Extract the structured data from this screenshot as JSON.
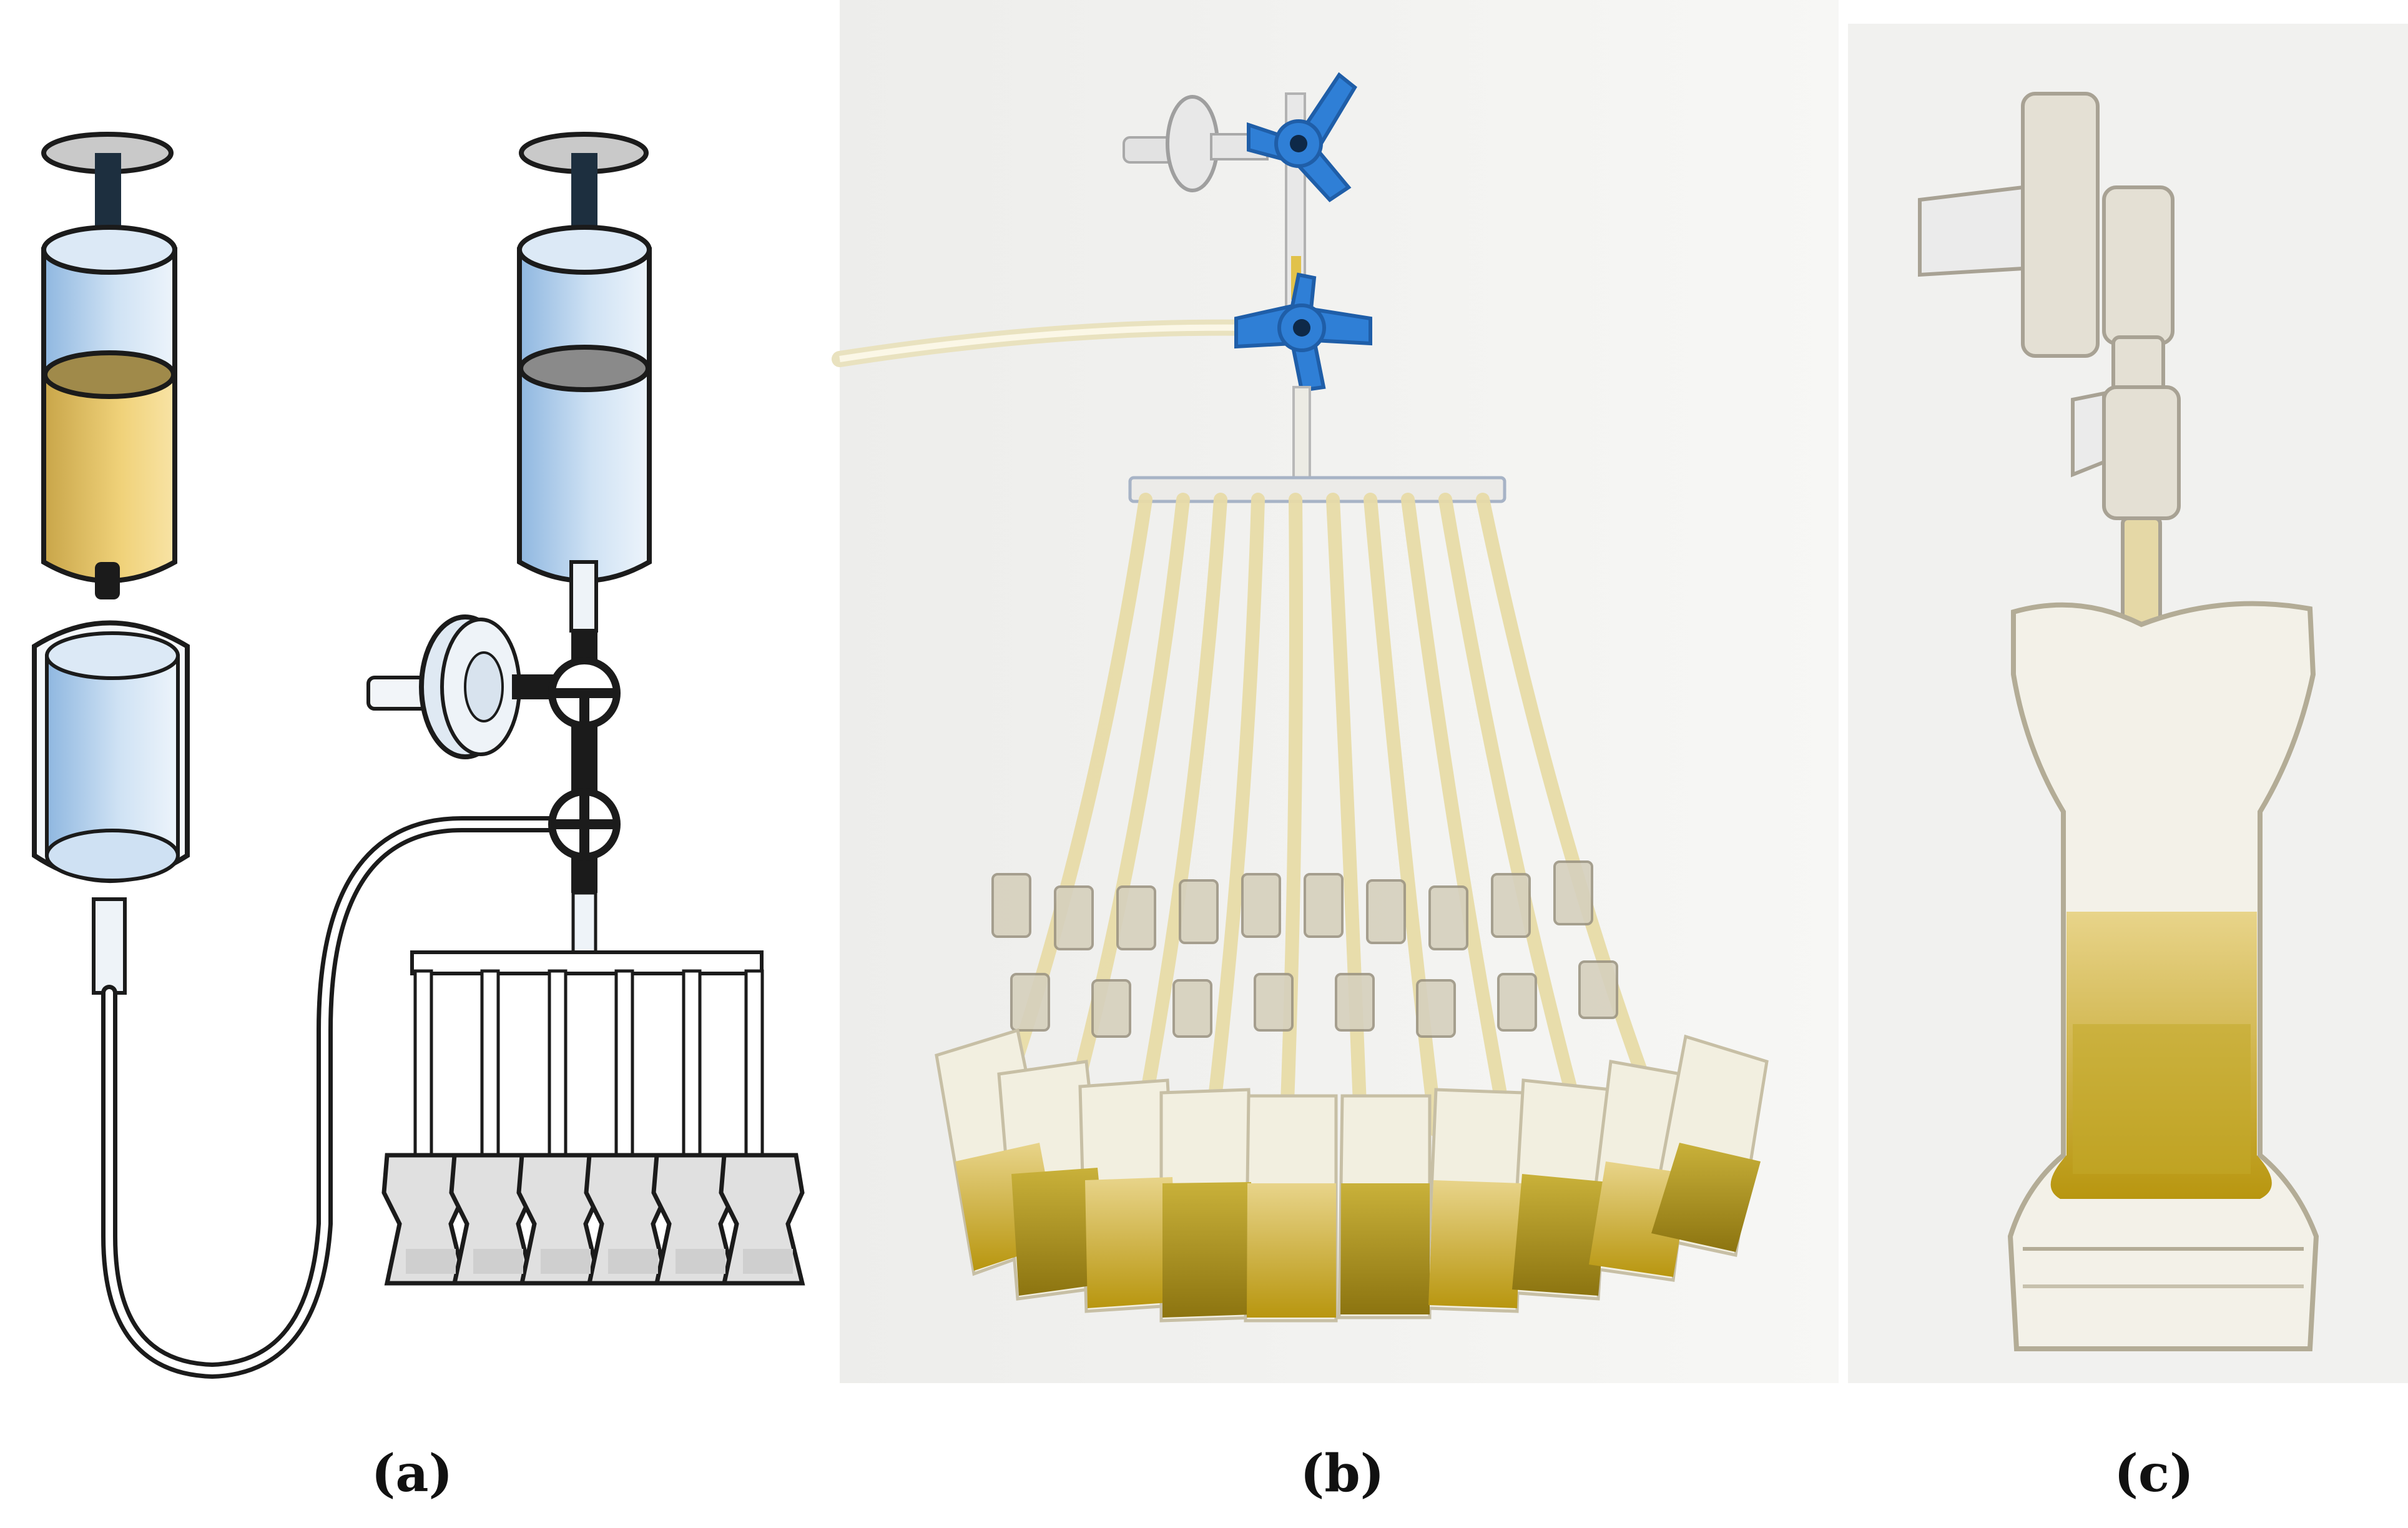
{
  "figure": {
    "panels": [
      {
        "id": "a",
        "caption": "(a)",
        "kind": "schematic-illustration"
      },
      {
        "id": "b",
        "caption": "(b)",
        "kind": "photograph"
      },
      {
        "id": "c",
        "caption": "(c)",
        "kind": "photograph"
      }
    ],
    "colors": {
      "fluid": "#d8b23a",
      "syringe_glass": "#b9d3ec",
      "stopcock_blue": "#2f7fd6",
      "tubing": "#f3eccf",
      "outline": "#1b1b1b",
      "photo_bg": "#f1f1ef"
    }
  }
}
